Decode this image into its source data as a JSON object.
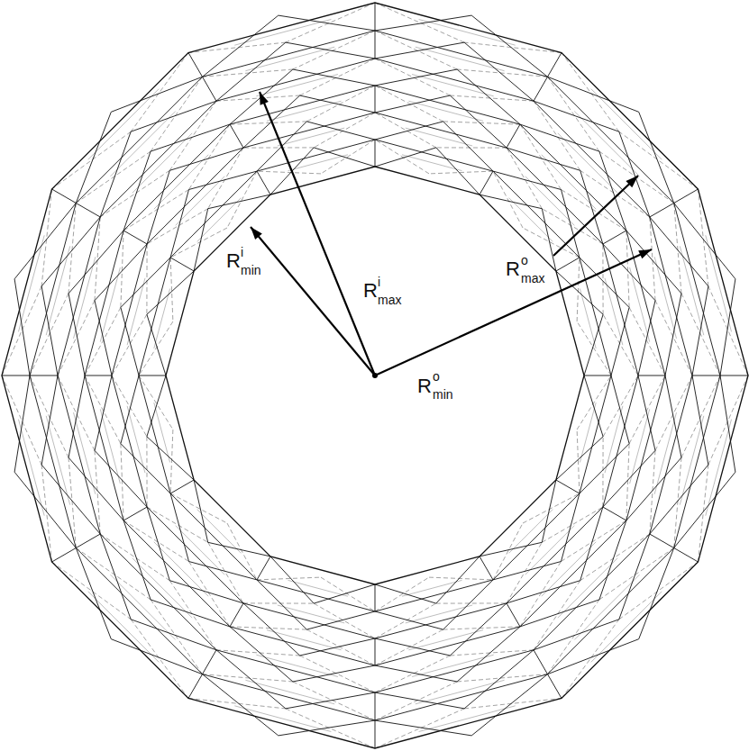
{
  "diagram": {
    "labels": [
      "R",
      "i",
      "min",
      "R",
      "i",
      "max",
      "R",
      "o",
      "max",
      "R",
      "o",
      "min"
    ]
  }
}
